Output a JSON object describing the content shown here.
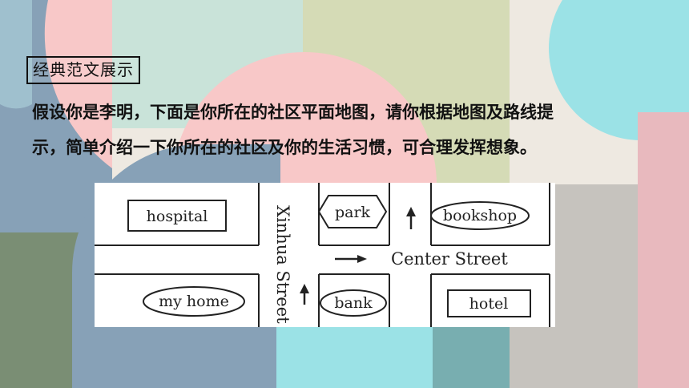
{
  "slide": {
    "section_title": "经典范文展示",
    "prompt_line1": "假设你是李明，下面是你所在的社区平面地图，请你根据地图及路线提",
    "prompt_line2": "示，简单介绍一下你所在的社区及你的生活习惯，可合理发挥想象。"
  },
  "map": {
    "places": {
      "hospital": "hospital",
      "park": "park",
      "bookshop": "bookshop",
      "my_home": "my home",
      "bank": "bank",
      "hotel": "hotel"
    },
    "streets": {
      "vertical": "Xinhua Street",
      "horizontal": "Center Street"
    },
    "arrows": [
      "up-arrow",
      "right-arrow",
      "up-arrow"
    ]
  },
  "colors": {
    "slate_blue": "#87A1B7",
    "pink": "#F8C8C8",
    "mint": "#C9E3D9",
    "olive_green": "#7A8E74",
    "khaki": "#D5DBB6",
    "cyan": "#9BE2E6",
    "beige": "#EEE9E1",
    "taupe": "#C6C3BE",
    "rose": "#E8B9BE",
    "teal": "#78AEB0"
  }
}
